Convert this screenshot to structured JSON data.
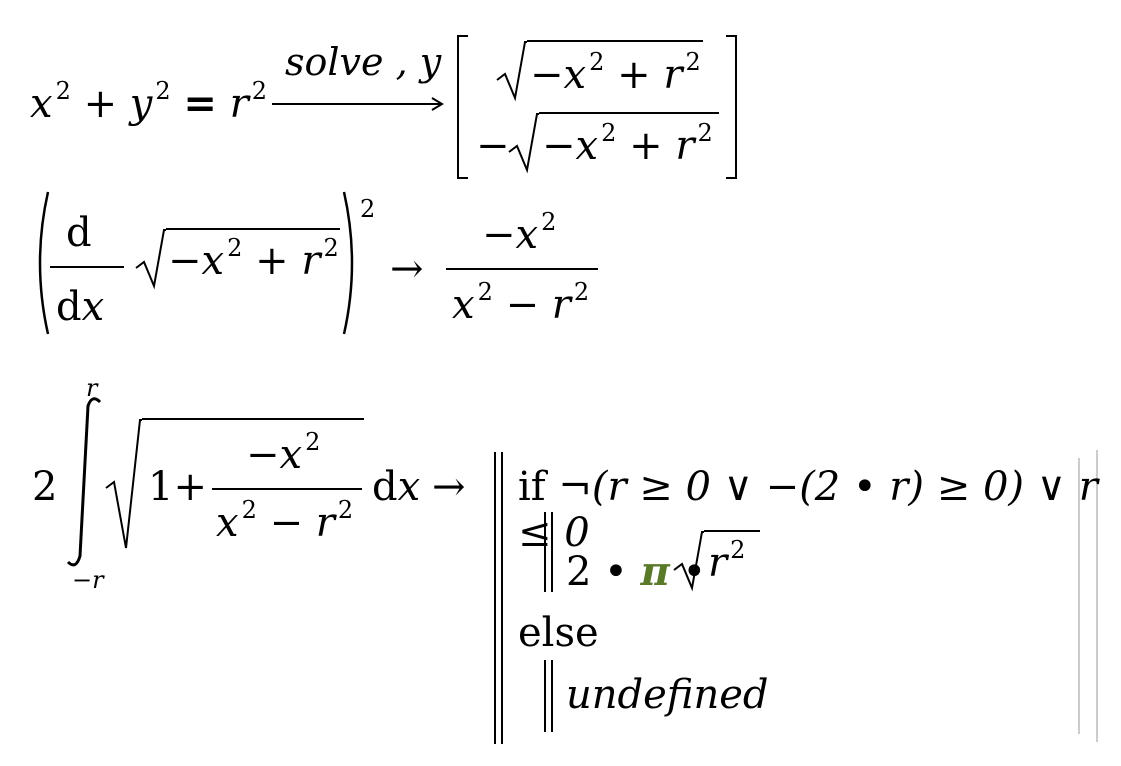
{
  "eq1": {
    "x": "x",
    "two": "2",
    "plus": "+",
    "y": "y",
    "eq": "=",
    "r": "r",
    "arrow_label": "solve , y",
    "minus": "−"
  },
  "eq2": {
    "d": "d",
    "dx": "dx",
    "minus": "−",
    "x": "x",
    "r": "r",
    "two": "2",
    "plus": "+",
    "arrow": "→"
  },
  "eq3": {
    "coef": "2",
    "upper": "r",
    "lower": "−r",
    "one": "1",
    "plus": "+",
    "minus": "−",
    "x": "x",
    "r": "r",
    "two": "2",
    "dx": "dx",
    "arrow": "→",
    "if": "if",
    "cond": "¬(r ≥ 0 ∨ −(2 • r) ≥ 0) ∨ r ≤ 0",
    "result_coef": "2 •",
    "pi": "π",
    "dot": "•",
    "else": "else",
    "undefined": "undefined"
  },
  "colors": {
    "pi": "#5a7a2a",
    "guide": "#bbbbbb"
  }
}
